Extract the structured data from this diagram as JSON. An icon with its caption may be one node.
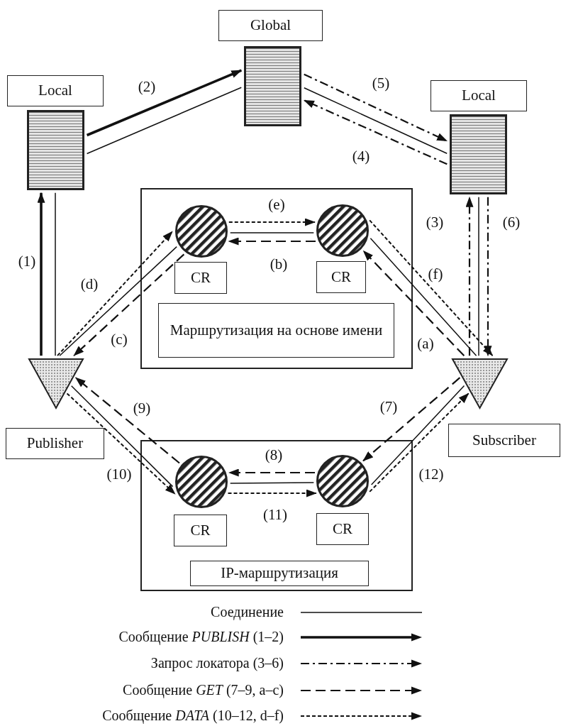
{
  "diagram": {
    "nodes": [
      {
        "text": [
          "Global"
        ]
      },
      {
        "text": [],
        "shape": "box"
      },
      {
        "text": [
          "Local"
        ]
      },
      {
        "text": [],
        "shape": "box"
      },
      {
        "text": [
          "Local"
        ]
      },
      {
        "text": [],
        "shape": "box"
      },
      {
        "text": [],
        "shape": "box"
      },
      {
        "text": [],
        "shape": "circle",
        "in": 6
      },
      {
        "text": [
          "CR"
        ],
        "in": 6
      },
      {
        "text": [],
        "shape": "circle",
        "in": 6
      },
      {
        "text": [
          "CR"
        ],
        "in": 6
      },
      {
        "text": [
          "Маршрутизация на основе имени"
        ],
        "in": 6
      },
      {
        "text": [],
        "shape": "triangle"
      },
      {
        "text": [],
        "shape": "triangle"
      },
      {
        "text": [
          "Publisher"
        ]
      },
      {
        "text": [
          "Subscriber"
        ]
      },
      {
        "text": [],
        "shape": "box"
      },
      {
        "text": [],
        "shape": "circle",
        "in": 16
      },
      {
        "text": [
          "CR"
        ],
        "in": 16
      },
      {
        "text": [],
        "shape": "circle",
        "in": 16
      },
      {
        "text": [
          "CR"
        ],
        "in": 16
      },
      {
        "text": [
          "IP-маршрутизация"
        ],
        "in": 16
      }
    ],
    "edges": [
      {
        "from": 3,
        "to": 1,
        "arrow": "to",
        "label": "(2)",
        "style": "thick"
      },
      {
        "from": 3,
        "to": 1,
        "arrow": "none"
      },
      {
        "from": 1,
        "to": 5,
        "arrow": "none"
      },
      {
        "from": 1,
        "to": 5,
        "arrow": "to",
        "label": "(5)",
        "style": "dashed"
      },
      {
        "from": 5,
        "to": 1,
        "arrow": "to",
        "label": "(4)",
        "style": "dashed"
      },
      {
        "from": 12,
        "to": 3,
        "arrow": "to",
        "label": "(1)",
        "style": "thick"
      },
      {
        "from": 3,
        "to": 12,
        "arrow": "none"
      },
      {
        "from": 13,
        "to": 5,
        "arrow": "to",
        "label": "(3)",
        "style": "dashed"
      },
      {
        "from": 5,
        "to": 13,
        "arrow": "none"
      },
      {
        "from": 5,
        "to": 13,
        "arrow": "to",
        "label": "(6)",
        "style": "dashed"
      },
      {
        "from": 12,
        "to": 7,
        "arrow": "to",
        "label": "(d)",
        "style": "dashed"
      },
      {
        "from": 12,
        "to": 7,
        "arrow": "none"
      },
      {
        "from": 7,
        "to": 12,
        "arrow": "to",
        "label": "(c)",
        "style": "dashed"
      },
      {
        "from": 7,
        "to": 9,
        "arrow": "to",
        "label": "(e)",
        "style": "dashed"
      },
      {
        "from": 7,
        "to": 9,
        "arrow": "none"
      },
      {
        "from": 9,
        "to": 7,
        "arrow": "to",
        "label": "(b)",
        "style": "dashed"
      },
      {
        "from": 9,
        "to": 13,
        "arrow": "to",
        "label": "(f)",
        "style": "dashed"
      },
      {
        "from": 9,
        "to": 13,
        "arrow": "none"
      },
      {
        "from": 13,
        "to": 9,
        "arrow": "to",
        "label": "(a)",
        "style": "dashed"
      },
      {
        "from": 17,
        "to": 12,
        "arrow": "to",
        "label": "(9)",
        "style": "dashed"
      },
      {
        "from": 12,
        "to": 17,
        "arrow": "none"
      },
      {
        "from": 12,
        "to": 17,
        "arrow": "to",
        "label": "(10)",
        "style": "dashed"
      },
      {
        "from": 19,
        "to": 17,
        "arrow": "to",
        "label": "(8)",
        "style": "dashed"
      },
      {
        "from": 17,
        "to": 19,
        "arrow": "none"
      },
      {
        "from": 17,
        "to": 19,
        "arrow": "to",
        "label": "(11)",
        "style": "dashed"
      },
      {
        "from": 13,
        "to": 19,
        "arrow": "to",
        "label": "(7)",
        "style": "dashed"
      },
      {
        "from": 19,
        "to": 13,
        "arrow": "none"
      },
      {
        "from": 19,
        "to": 13,
        "arrow": "to",
        "label": "(12)",
        "style": "dashed"
      }
    ],
    "legend": [
      {
        "text": "Соединение"
      },
      {
        "text": "Сообщение *PUBLISH* (1–2)"
      },
      {
        "text": "Запрос локатора (3–6)"
      },
      {
        "text": "Сообщение *GET* (7–9, a–c)"
      },
      {
        "text": "Сообщение *DATA* (10–12, d–f)"
      }
    ]
  }
}
